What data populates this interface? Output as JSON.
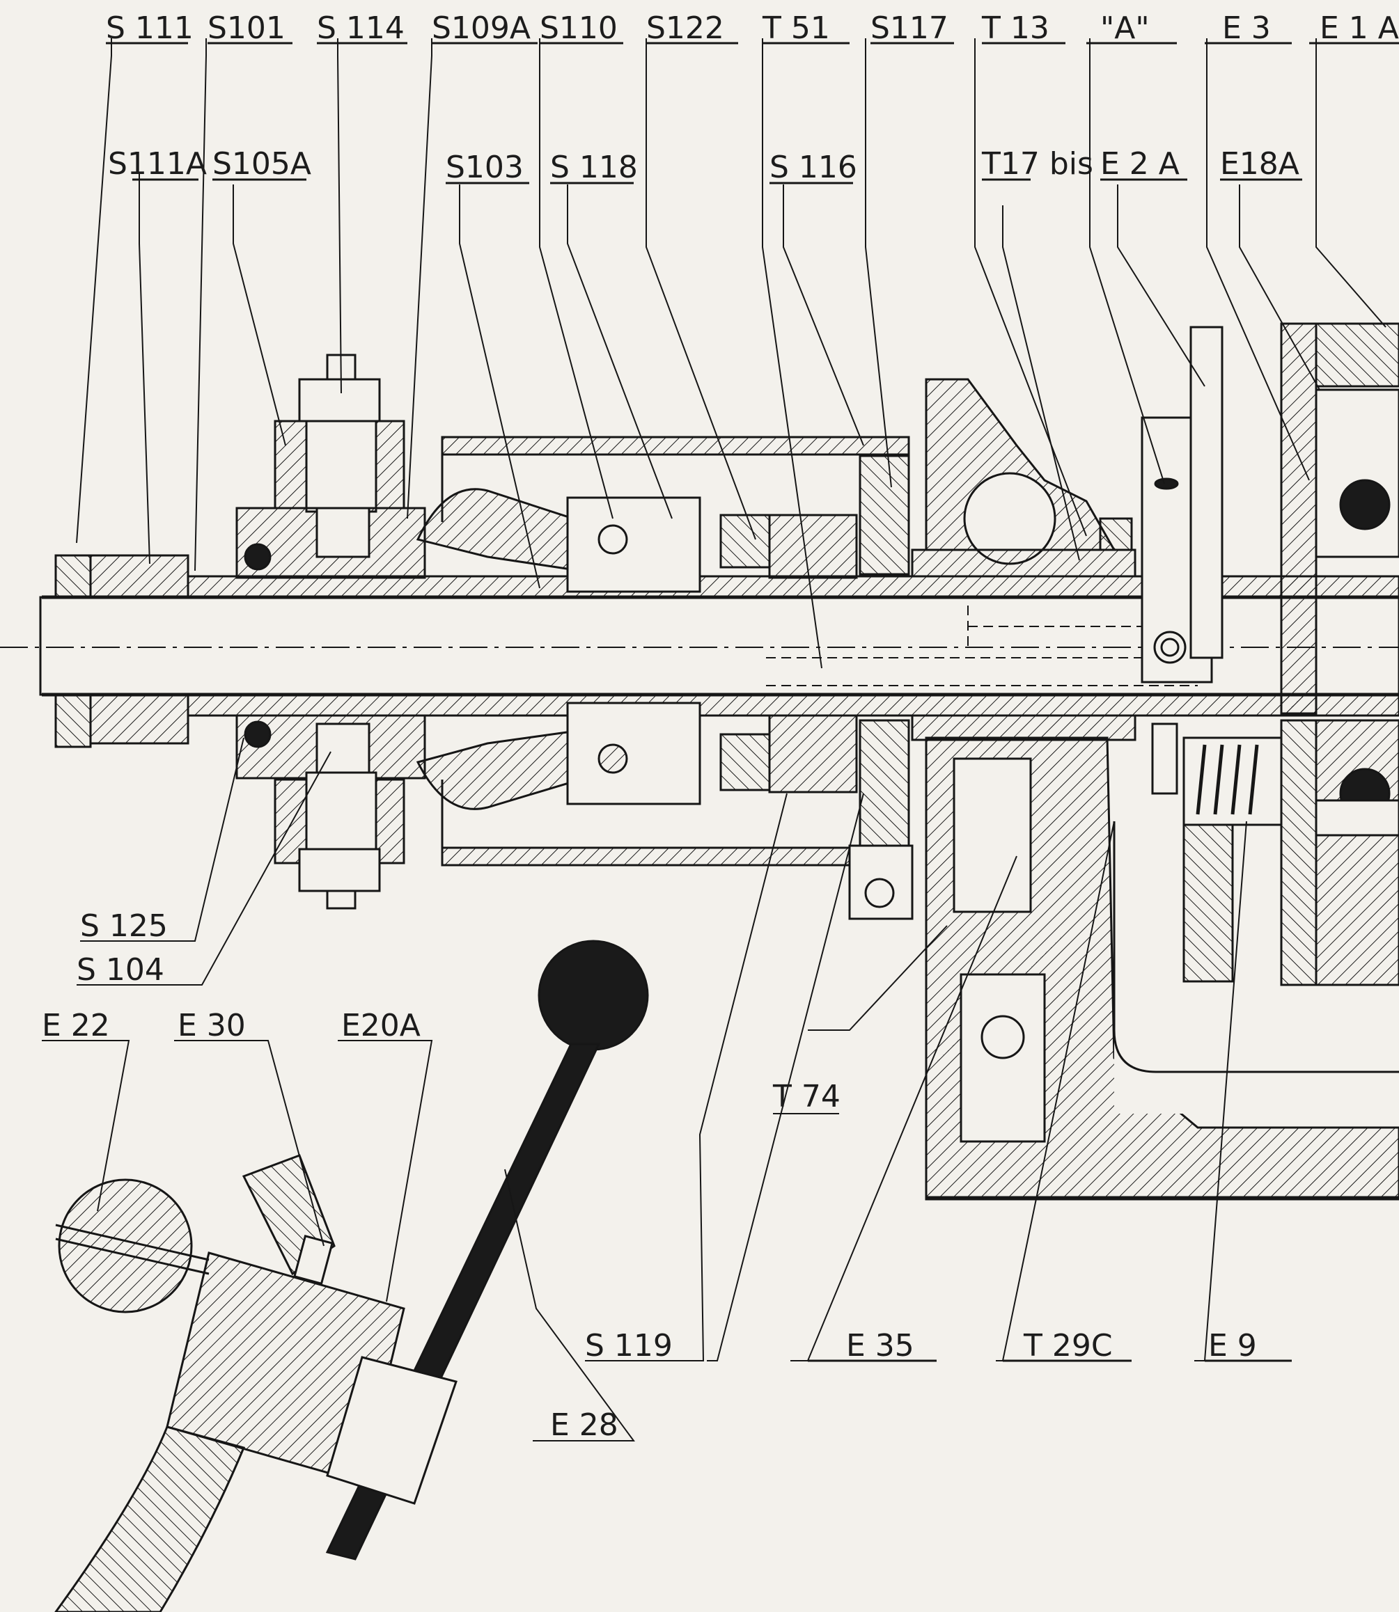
{
  "labels": {
    "top_row": [
      "S 111",
      "S101",
      "S 114",
      "S109A",
      "S110",
      "S122",
      "T 51",
      "S117",
      "T 13",
      "\"A\"",
      "E 3",
      "E 1 A"
    ],
    "second_row": [
      "S111A",
      "S105A",
      "S103",
      "S 118",
      "S 116",
      "T17 bis",
      "E 2 A",
      "E18A"
    ],
    "left_bottom": [
      "S 125",
      "S 104"
    ],
    "lever_top": [
      "E 22",
      "E 30",
      "E20A"
    ],
    "lever_bottom": [
      "E 28"
    ],
    "bottom_row": [
      "S 119",
      "E 35",
      "T 29C",
      "E 9"
    ],
    "middle": [
      "T 74"
    ]
  }
}
